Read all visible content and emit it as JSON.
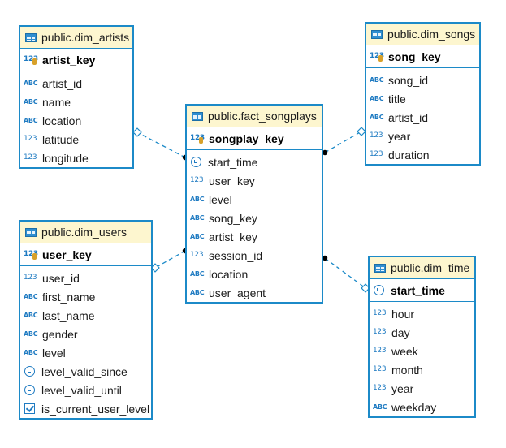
{
  "diagram": {
    "nodes": [
      {
        "id": "dim_artists",
        "title": "public.dim_artists",
        "primary_key": {
          "name": "artist_key",
          "type": "123"
        },
        "columns": [
          {
            "name": "artist_id",
            "type": "ABC"
          },
          {
            "name": "name",
            "type": "ABC"
          },
          {
            "name": "location",
            "type": "ABC"
          },
          {
            "name": "latitude",
            "type": "123"
          },
          {
            "name": "longitude",
            "type": "123"
          }
        ]
      },
      {
        "id": "dim_songs",
        "title": "public.dim_songs",
        "primary_key": {
          "name": "song_key",
          "type": "123"
        },
        "columns": [
          {
            "name": "song_id",
            "type": "ABC"
          },
          {
            "name": "title",
            "type": "ABC"
          },
          {
            "name": "artist_id",
            "type": "ABC"
          },
          {
            "name": "year",
            "type": "123"
          },
          {
            "name": "duration",
            "type": "123"
          }
        ]
      },
      {
        "id": "fact_songplays",
        "title": "public.fact_songplays",
        "primary_key": {
          "name": "songplay_key",
          "type": "123"
        },
        "columns": [
          {
            "name": "start_time",
            "type": "timestamp"
          },
          {
            "name": "user_key",
            "type": "123"
          },
          {
            "name": "level",
            "type": "ABC"
          },
          {
            "name": "song_key",
            "type": "ABC"
          },
          {
            "name": "artist_key",
            "type": "ABC"
          },
          {
            "name": "session_id",
            "type": "123"
          },
          {
            "name": "location",
            "type": "ABC"
          },
          {
            "name": "user_agent",
            "type": "ABC"
          }
        ]
      },
      {
        "id": "dim_users",
        "title": "public.dim_users",
        "primary_key": {
          "name": "user_key",
          "type": "123"
        },
        "columns": [
          {
            "name": "user_id",
            "type": "123"
          },
          {
            "name": "first_name",
            "type": "ABC"
          },
          {
            "name": "last_name",
            "type": "ABC"
          },
          {
            "name": "gender",
            "type": "ABC"
          },
          {
            "name": "level",
            "type": "ABC"
          },
          {
            "name": "level_valid_since",
            "type": "timestamp"
          },
          {
            "name": "level_valid_until",
            "type": "timestamp"
          },
          {
            "name": "is_current_user_level",
            "type": "boolean"
          }
        ]
      },
      {
        "id": "dim_time",
        "title": "public.dim_time",
        "primary_key": {
          "name": "start_time",
          "type": "timestamp"
        },
        "columns": [
          {
            "name": "hour",
            "type": "123"
          },
          {
            "name": "day",
            "type": "123"
          },
          {
            "name": "week",
            "type": "123"
          },
          {
            "name": "month",
            "type": "123"
          },
          {
            "name": "year",
            "type": "123"
          },
          {
            "name": "weekday",
            "type": "ABC"
          }
        ]
      }
    ],
    "edges": [
      {
        "from": "fact_songplays",
        "to": "dim_artists"
      },
      {
        "from": "fact_songplays",
        "to": "dim_songs"
      },
      {
        "from": "fact_songplays",
        "to": "dim_users"
      },
      {
        "from": "fact_songplays",
        "to": "dim_time"
      }
    ]
  },
  "colors": {
    "border": "#1c8ac8",
    "header_bg": "#fdf6cf",
    "type_icon": "#1f7bc2",
    "link": "#1c8ac8"
  }
}
